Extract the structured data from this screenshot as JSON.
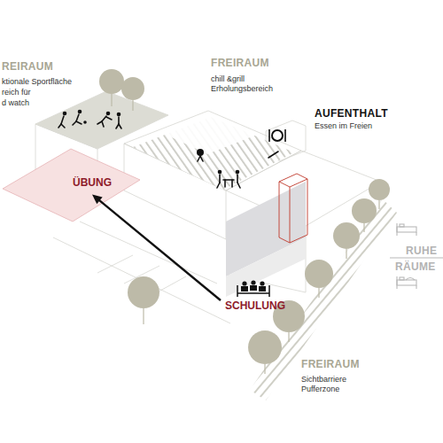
{
  "diagram": {
    "nodes": [
      {
        "text": [
          "ÜBUNG"
        ]
      },
      {
        "text": [
          "SCHULUNG"
        ]
      }
    ],
    "edges": [
      {
        "from": 1,
        "to": 0,
        "arrow": "to"
      }
    ],
    "labels": [
      "REIRAUM",
      "ktionale Sportfläche",
      "reich für",
      "d watch",
      "FREIRAUM",
      "chill &grill Erholungsbereich",
      "AUFENTHALT",
      "Essen im Freien",
      "RUHE",
      "RÄUME",
      "FREIRAUM",
      "Sichtbarriere Pufferzone"
    ]
  }
}
